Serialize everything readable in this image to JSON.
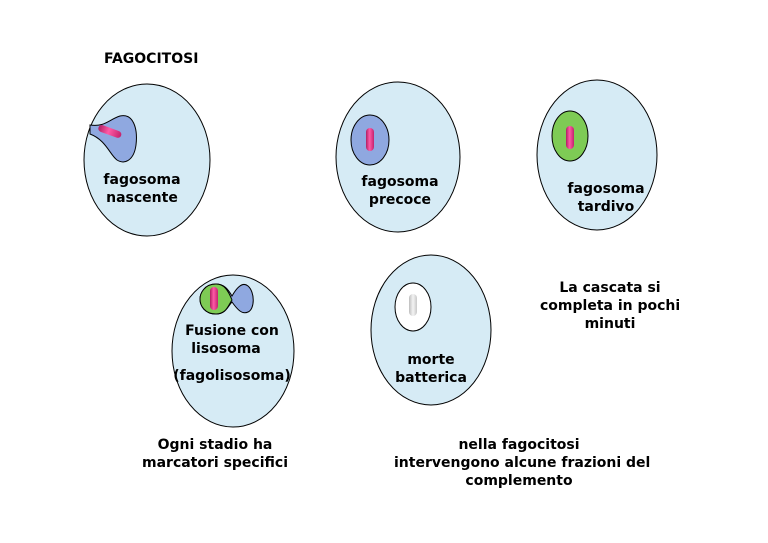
{
  "title": "FAGOCITOSI",
  "colors": {
    "cell": "#d6ebf5",
    "phagosome": "#8fa8e0",
    "late_phagosome": "#7ecb55",
    "lysosome": "#8fa8e0",
    "bacterium": "#e8338a",
    "dead_bacterium": "#e6e6e6"
  },
  "cells": [
    {
      "id": "nascent",
      "label_line1": "fagosoma",
      "label_line2": "nascente",
      "phagosome": "blue",
      "bacterium": "pink"
    },
    {
      "id": "early",
      "label_line1": "fagosoma",
      "label_line2": "precoce",
      "phagosome": "blue",
      "bacterium": "pink"
    },
    {
      "id": "late",
      "label_line1": "fagosoma",
      "label_line2": "tardivo",
      "phagosome": "green",
      "bacterium": "pink"
    },
    {
      "id": "fusion",
      "label_line1": "Fusione con",
      "label_line2": "lisosoma",
      "label_line3": "(fagolisosoma)",
      "phagosome": "green",
      "lysosome": "blue",
      "bacterium": "pink"
    },
    {
      "id": "death",
      "label_line1": "morte",
      "label_line2": "batterica",
      "phagosome": "white",
      "bacterium": "grey"
    }
  ],
  "notes": {
    "cascade_line1": "La cascata si",
    "cascade_line2": "completa in pochi",
    "cascade_line3": "minuti",
    "markers_line1": "Ogni stadio ha",
    "markers_line2": "marcatori specifici",
    "complement_line1": "nella fagocitosi",
    "complement_line2": "intervengono alcune frazioni del",
    "complement_line3": "complemento"
  }
}
